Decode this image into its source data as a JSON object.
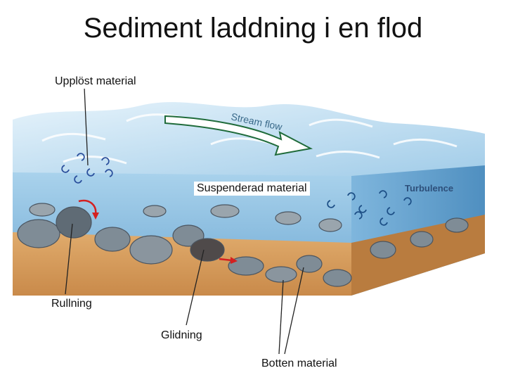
{
  "title": "Sediment laddning i en flod",
  "labels": {
    "dissolved": "Upplöst material",
    "suspended": "Suspenderad material",
    "rolling": "Rullning",
    "sliding": "Glidning",
    "bedload": "Botten material"
  },
  "figure_labels": {
    "stream_flow": "Stream flow",
    "turbulence": "Turbulence"
  },
  "colors": {
    "water_top": "#cfe6f5",
    "water_front": "#8ec3e3",
    "water_side": "#6aa6d0",
    "sediment": "#d49a5c",
    "rock": "#7f8c96",
    "arrow_red": "#d42020",
    "arrow_green": "#1f6b3a"
  }
}
